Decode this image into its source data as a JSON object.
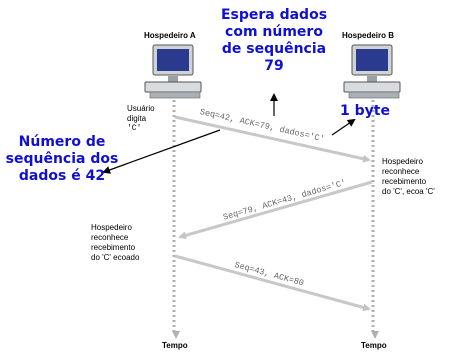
{
  "hosts": {
    "a": "Hospedeiro A",
    "b": "Hospedeiro B"
  },
  "time_label": "Tempo",
  "callouts": {
    "expects_line1": "Espera dados",
    "expects_line2": "com número",
    "expects_line3": "de sequência",
    "expects_line4": "79",
    "one_byte": "1 byte",
    "seq_line1": "Número de",
    "seq_line2": "sequência dos",
    "seq_line3": "dados é 42"
  },
  "notes": {
    "user_line1": "Usuário",
    "user_line2": "digita",
    "user_line3": "'C'",
    "b_ack_line1": "Hospedeiro",
    "b_ack_line2": "reconhece",
    "b_ack_line3": "recebimento",
    "b_ack_line4": "do 'C', ecoa 'C'",
    "a_ack_line1": "Hospedeiro",
    "a_ack_line2": "reconhece",
    "a_ack_line3": "recebimento",
    "a_ack_line4": "do 'C' ecoado"
  },
  "segments": [
    {
      "label": "Seq=42, ACK=79, dados='C'"
    },
    {
      "label": "Seq=79, ACK=43, dados='C'"
    },
    {
      "label": "Seq=43, ACK=80"
    }
  ],
  "colors": {
    "callout": "#1010d0",
    "timeline": "#b0b0b0",
    "segment": "#c8c8c8"
  }
}
